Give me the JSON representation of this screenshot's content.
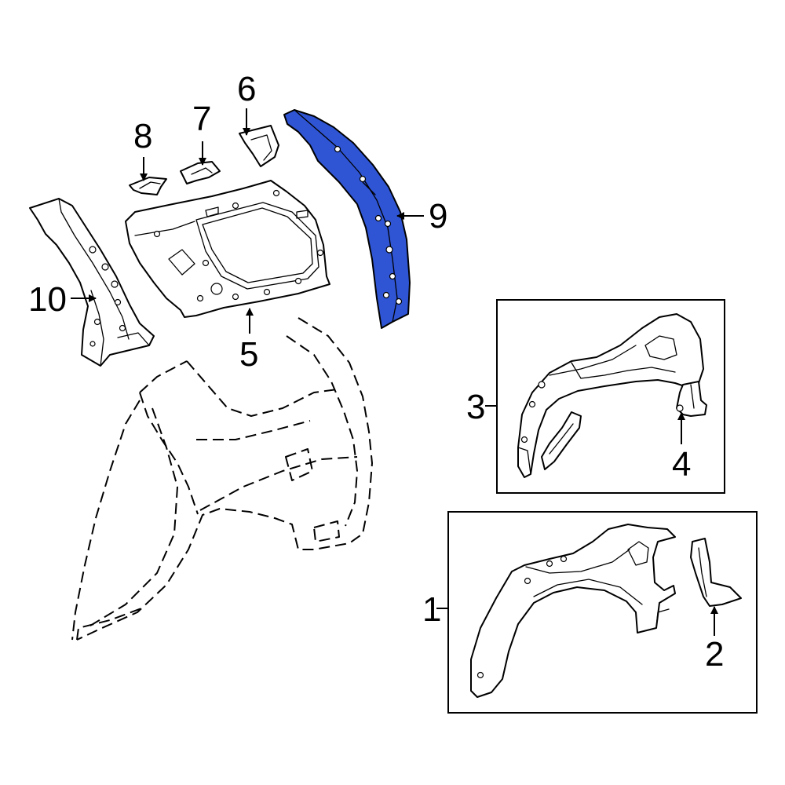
{
  "diagram": {
    "highlight_color": "#2f55d4",
    "callouts": [
      {
        "id": "c1",
        "label": "1"
      },
      {
        "id": "c2",
        "label": "2"
      },
      {
        "id": "c3",
        "label": "3"
      },
      {
        "id": "c4",
        "label": "4"
      },
      {
        "id": "c5",
        "label": "5"
      },
      {
        "id": "c6",
        "label": "6"
      },
      {
        "id": "c7",
        "label": "7"
      },
      {
        "id": "c8",
        "label": "8"
      },
      {
        "id": "c9",
        "label": "9"
      },
      {
        "id": "c10",
        "label": "10"
      }
    ]
  }
}
